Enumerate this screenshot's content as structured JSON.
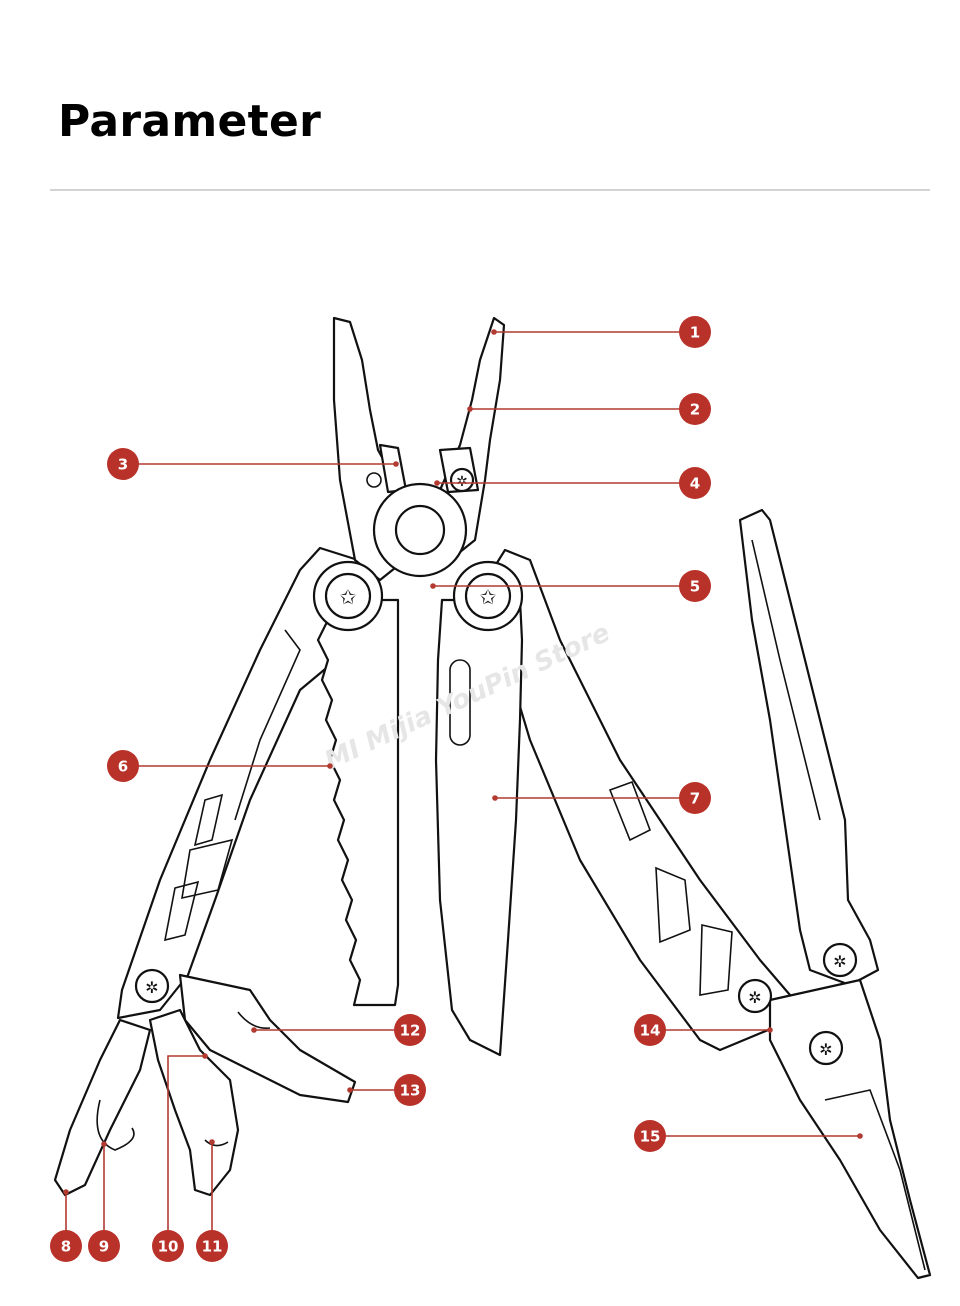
{
  "page": {
    "title": "Parameter"
  },
  "watermark": "MI Mijia YouPin Store",
  "colors": {
    "callout": "#b9322a",
    "leader": "#b23a30",
    "outline": "#111111",
    "divider": "#d3d3d3"
  },
  "callouts": [
    {
      "id": "1",
      "label": "1"
    },
    {
      "id": "2",
      "label": "2"
    },
    {
      "id": "3",
      "label": "3"
    },
    {
      "id": "4",
      "label": "4"
    },
    {
      "id": "5",
      "label": "5"
    },
    {
      "id": "6",
      "label": "6"
    },
    {
      "id": "7",
      "label": "7"
    },
    {
      "id": "8",
      "label": "8"
    },
    {
      "id": "9",
      "label": "9"
    },
    {
      "id": "10",
      "label": "10"
    },
    {
      "id": "11",
      "label": "11"
    },
    {
      "id": "12",
      "label": "12"
    },
    {
      "id": "13",
      "label": "13"
    },
    {
      "id": "14",
      "label": "14"
    },
    {
      "id": "15",
      "label": "15"
    }
  ]
}
